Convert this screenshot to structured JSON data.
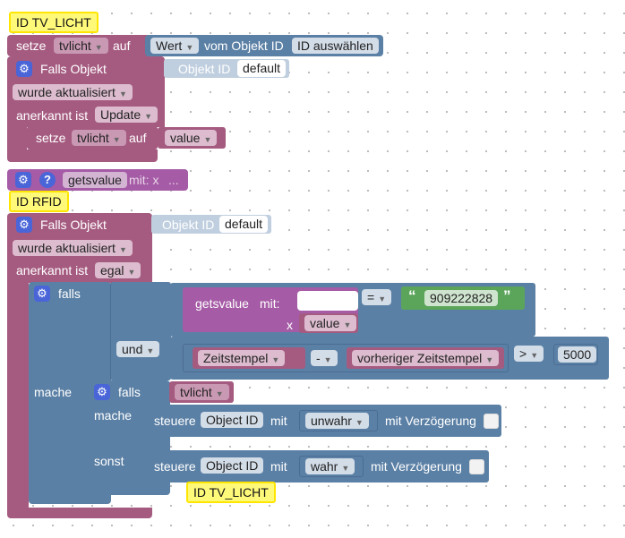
{
  "colors": {
    "maroon": "#a55b80",
    "blue": "#5b80a5",
    "blue_dark": "#4a6d93",
    "purple": "#a55ba5",
    "green": "#5ba55b",
    "gear": "#4a65d8",
    "comment": "#fff97a"
  },
  "icons": {
    "gear": "gear-icon",
    "help": "question-icon",
    "dropdown": "triangle-down-icon"
  },
  "comments": {
    "tv_licht_top": "ID TV_LICHT",
    "rfid": "ID RFID",
    "tv_licht_bottom": "ID TV_LICHT"
  },
  "block1": {
    "setze_label": "setze",
    "var": "tvlicht",
    "auf_label": "auf",
    "wert_dd": "Wert",
    "vom_objekt_label": "vom Objekt ID",
    "objekt_id_btn": "ID auswählen"
  },
  "block2": {
    "title": "Falls Objekt",
    "objekt_id_label": "Objekt ID",
    "objekt_id_value": "default",
    "trigger": "wurde aktualisiert",
    "anerkannt_label": "anerkannt ist",
    "anerkannt_value": "Update",
    "setze_label": "setze",
    "var": "tvlicht",
    "auf_label": "auf",
    "value_dd": "value"
  },
  "func_block": {
    "name": "getsvalue",
    "mit_label": "mit: x",
    "ellipsis": "..."
  },
  "block3": {
    "title": "Falls Objekt",
    "objekt_id_label": "Objekt ID",
    "objekt_id_value": "default",
    "trigger": "wurde aktualisiert",
    "anerkannt_label": "anerkannt ist",
    "anerkannt_value": "egal",
    "falls_label": "falls",
    "call_name": "getsvalue",
    "call_mit": "mit:",
    "call_x": "x",
    "call_arg": "value",
    "eq_op": "=",
    "string_value": "909222828",
    "quote_open": "“",
    "quote_close": "”",
    "und_label": "und",
    "zeit1": "Zeitstempel",
    "minus_op": "-",
    "zeit2": "vorheriger Zeitstempel",
    "gt_op": ">",
    "number": "5000",
    "mache_label": "mache",
    "inner_falls": "falls",
    "inner_cond": "tvlicht",
    "inner_mache": "mache",
    "inner_sonst": "sonst",
    "steuere1": {
      "steuere_label": "steuere",
      "object_id": "Object ID",
      "mit_label": "mit",
      "value": "unwahr",
      "delay_label": "mit Verzögerung"
    },
    "steuere2": {
      "steuere_label": "steuere",
      "object_id": "Object ID",
      "mit_label": "mit",
      "value": "wahr",
      "delay_label": "mit Verzögerung"
    }
  }
}
